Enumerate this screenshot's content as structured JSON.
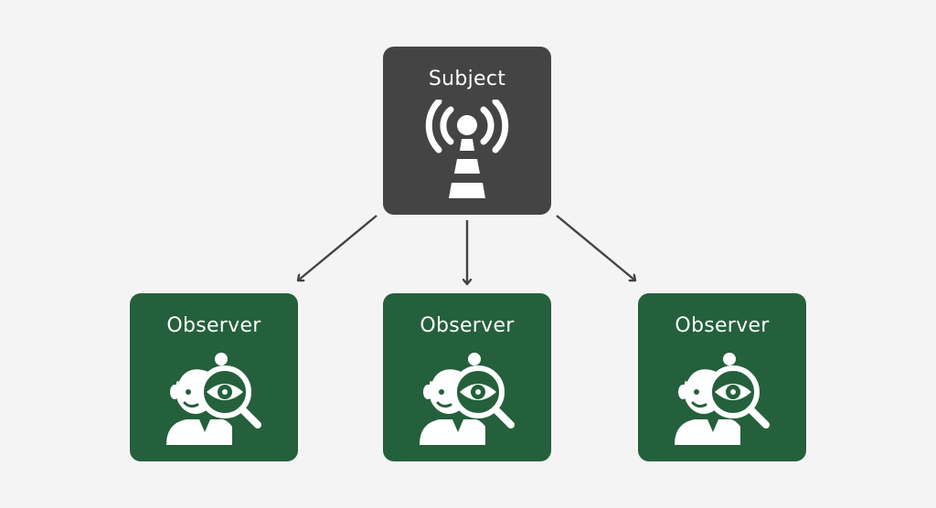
{
  "colors": {
    "background": "#f4f4f4",
    "subject": "#444444",
    "observer": "#24603b",
    "arrow": "#444444",
    "text": "#ffffff"
  },
  "subject": {
    "label": "Subject",
    "icon": "broadcast-tower-icon"
  },
  "observers": [
    {
      "label": "Observer",
      "icon": "observer-magnifier-icon"
    },
    {
      "label": "Observer",
      "icon": "observer-magnifier-icon"
    },
    {
      "label": "Observer",
      "icon": "observer-magnifier-icon"
    }
  ]
}
